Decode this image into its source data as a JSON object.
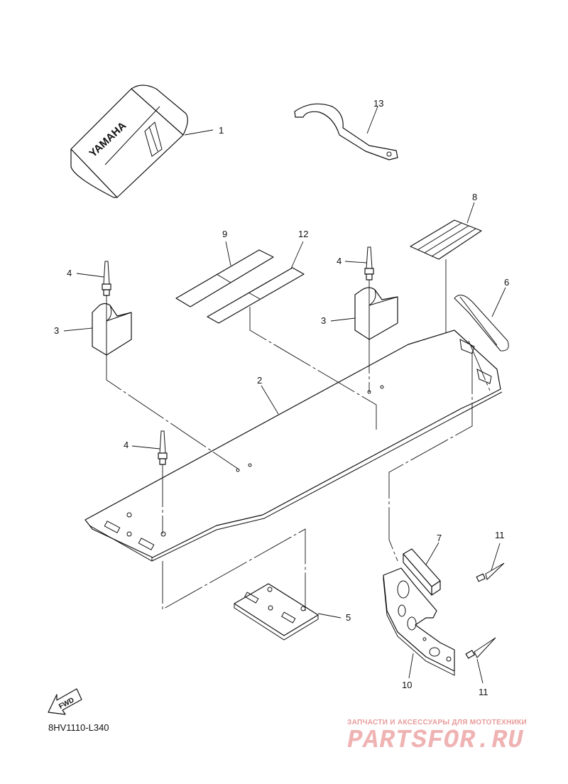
{
  "brand_text": "YAMAHA",
  "diagram_code": "8HV1110-L340",
  "fwd_label": "FWD",
  "callouts": [
    "1",
    "2",
    "3",
    "3",
    "4",
    "4",
    "4",
    "5",
    "6",
    "7",
    "8",
    "9",
    "10",
    "11",
    "11",
    "12",
    "13"
  ],
  "watermark": {
    "caption": "ЗАПЧАСТИ И АКСЕССУАРЫ ДЛЯ МОТОТЕХНИКИ",
    "logo": "PARTSFOR.RU",
    "color": "#e79a9a"
  }
}
